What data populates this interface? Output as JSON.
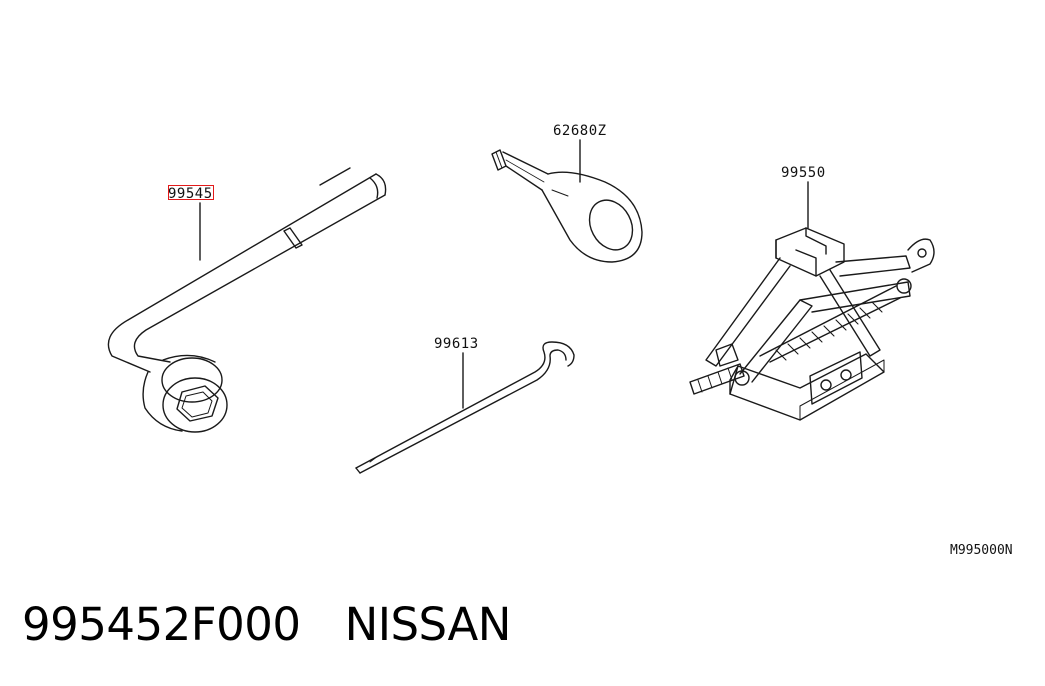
{
  "parts": [
    {
      "id": "wrench",
      "number": "99545"
    },
    {
      "id": "eye-bolt",
      "number": "62680Z"
    },
    {
      "id": "jack",
      "number": "99550"
    },
    {
      "id": "handle-rod",
      "number": "99613"
    }
  ],
  "diagram_ref": "M995000N",
  "highlighted_part": "99545",
  "highlight_color": "#e21a1a",
  "caption": {
    "part_number": "995452F000",
    "brand": "NISSAN"
  }
}
